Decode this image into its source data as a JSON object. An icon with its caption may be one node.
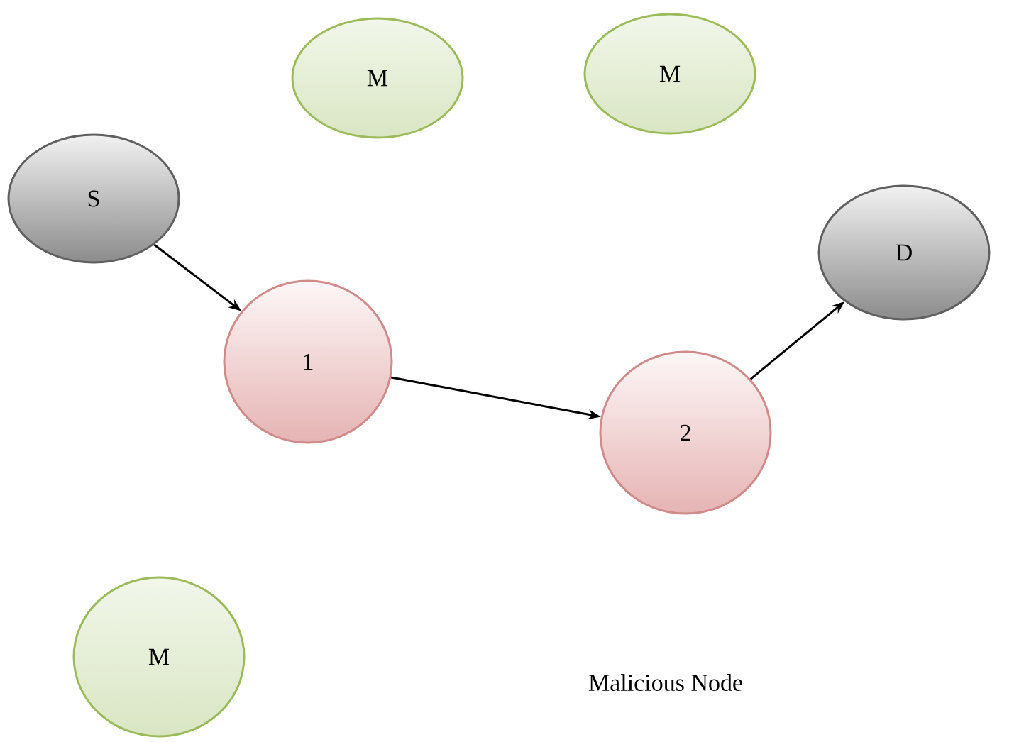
{
  "diagram": {
    "nodes": [
      {
        "text": [
          "M"
        ]
      },
      {
        "text": [
          "M"
        ]
      },
      {
        "text": [
          "S"
        ]
      },
      {
        "text": [
          "D"
        ]
      },
      {
        "text": [
          "1"
        ]
      },
      {
        "text": [
          "2"
        ]
      },
      {
        "text": [
          "M"
        ]
      }
    ],
    "edges": [
      {
        "from": 2,
        "to": 4,
        "arrow": "to"
      },
      {
        "from": 4,
        "to": 5,
        "arrow": "to"
      },
      {
        "from": 5,
        "to": 3,
        "arrow": "to"
      }
    ],
    "labels": [
      "Malicious Node"
    ]
  }
}
